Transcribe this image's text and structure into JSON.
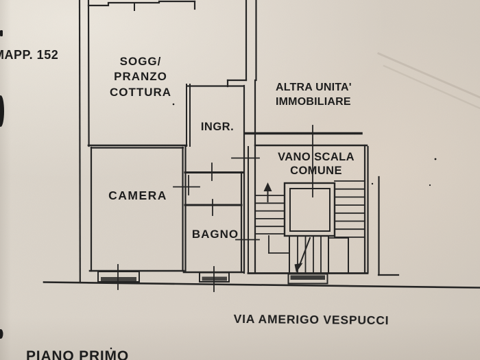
{
  "floor_plan": {
    "map_reference": "MAPP. 152",
    "rooms": {
      "soggiorno_pranzo_cottura": {
        "line1": "SOGG/",
        "line2": "PRANZO",
        "line3": "COTTURA"
      },
      "ingresso": "INGR.",
      "camera": "CAMERA",
      "bagno": "BAGNO"
    },
    "adjacent_areas": {
      "altra_unita": {
        "line1": "ALTRA UNITA'",
        "line2": "IMMOBILIARE"
      },
      "vano_scala": {
        "line1": "VANO SCALA",
        "line2": "COMUNE"
      }
    },
    "street": "VIA AMERIGO VESPUCCI",
    "floor": "PIANO PRIMO",
    "colors": {
      "paper": "#d9d2c7",
      "ink": "#242424"
    }
  }
}
